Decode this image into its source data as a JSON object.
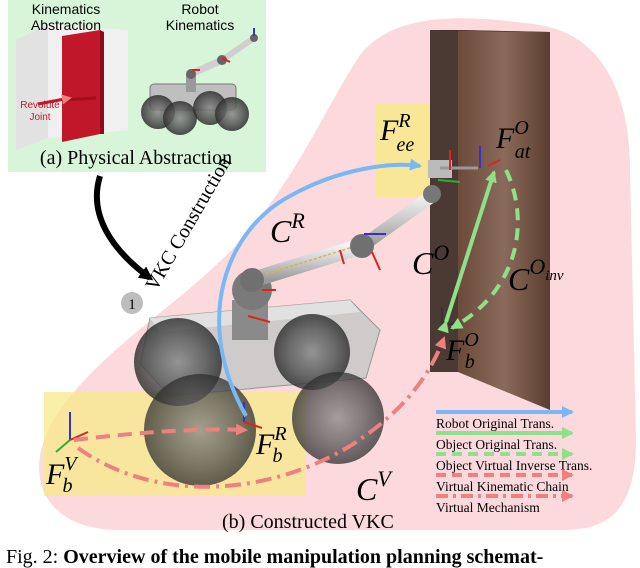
{
  "inset": {
    "kin_abstraction": [
      "Kinematics",
      "Abstraction"
    ],
    "robot_kinematics": [
      "Robot",
      "Kinematics"
    ],
    "revolute_joint": [
      "Revolute",
      "Joint"
    ],
    "caption": "(a) Physical Abstraction"
  },
  "construction": {
    "step": "1",
    "label": "VKC Construction"
  },
  "frames": {
    "F_ee_R": {
      "base": "F",
      "sup": "R",
      "sub": "ee"
    },
    "F_at_O": {
      "base": "F",
      "sup": "O",
      "sub": "at"
    },
    "F_b_O": {
      "base": "F",
      "sup": "O",
      "sub": "b"
    },
    "F_b_R": {
      "base": "F",
      "sup": "R",
      "sub": "b"
    },
    "F_b_V": {
      "base": "F",
      "sup": "V",
      "sub": "b"
    }
  },
  "chains": {
    "C_R": {
      "base": "C",
      "sup": "R"
    },
    "C_O": {
      "base": "C",
      "sup": "O"
    },
    "C_O_inv": {
      "base": "C",
      "sup": "O",
      "supsub": "inv"
    },
    "C_V": {
      "base": "C",
      "sup": "V"
    }
  },
  "legend": [
    {
      "label": "Robot Original Trans.",
      "color": "#7ab8f5",
      "style": "solid"
    },
    {
      "label": "Object Original Trans.",
      "color": "#8fe08a",
      "style": "solid"
    },
    {
      "label": "Object Virtual Inverse Trans.",
      "color": "#8fe08a",
      "style": "dashed"
    },
    {
      "label": "Virtual Kinematic Chain",
      "color": "#f08080",
      "style": "dashed"
    },
    {
      "label": "Virtual Mechanism",
      "color": "#f08080",
      "style": "dashdot"
    }
  ],
  "vkc_caption": "(b) Constructed VKC",
  "fig_caption": {
    "prefix": "Fig. 2: ",
    "bold": "Overview of the mobile manipulation planning schemat-"
  },
  "colors": {
    "region": "#fcd9dd",
    "inset_bg": "#d9f5d9",
    "highlight": "#f7e98a",
    "blue": "#7ab8f5",
    "green": "#8fe08a",
    "red": "#f08080"
  }
}
